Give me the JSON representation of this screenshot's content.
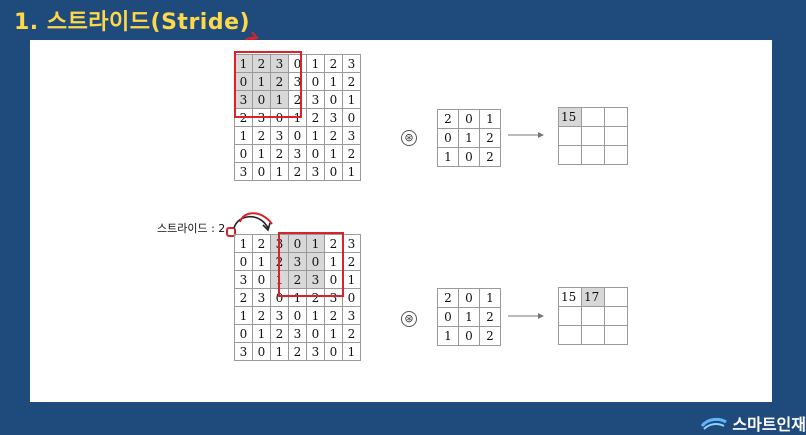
{
  "title": "1. 스트라이드(Stride)",
  "stride_label": "스트라이드 : 2",
  "logo_text": "스마트인재",
  "input_matrix": [
    [
      "1",
      "2",
      "3",
      "0",
      "1",
      "2",
      "3"
    ],
    [
      "0",
      "1",
      "2",
      "3",
      "0",
      "1",
      "2"
    ],
    [
      "3",
      "0",
      "1",
      "2",
      "3",
      "0",
      "1"
    ],
    [
      "2",
      "3",
      "0",
      "1",
      "2",
      "3",
      "0"
    ],
    [
      "1",
      "2",
      "3",
      "0",
      "1",
      "2",
      "3"
    ],
    [
      "0",
      "1",
      "2",
      "3",
      "0",
      "1",
      "2"
    ],
    [
      "3",
      "0",
      "1",
      "2",
      "3",
      "0",
      "1"
    ]
  ],
  "kernel": [
    [
      "2",
      "0",
      "1"
    ],
    [
      "0",
      "1",
      "2"
    ],
    [
      "1",
      "0",
      "2"
    ]
  ],
  "output_step1": [
    "15",
    "",
    ""
  ],
  "output_step2": [
    "15",
    "17",
    ""
  ],
  "convolution_symbol": "⊛",
  "colors": {
    "accent_title": "#ffd84a",
    "highlight_box": "#d9232b",
    "background": "#1f4b7c"
  }
}
